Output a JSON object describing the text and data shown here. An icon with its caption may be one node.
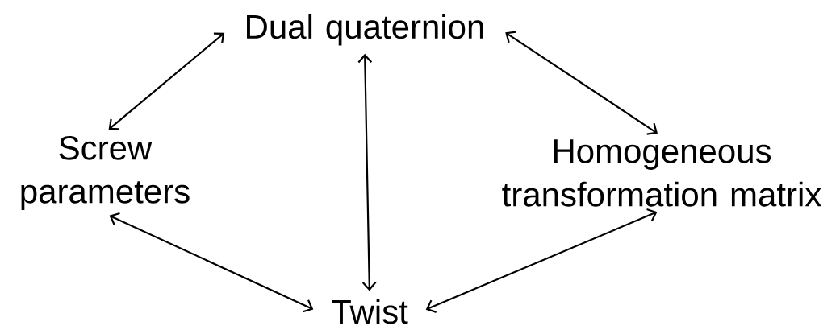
{
  "diagram": {
    "nodes": [
      {
        "text": [
          "Dual quaternion"
        ]
      },
      {
        "text": [
          "Screw parameters"
        ]
      },
      {
        "text": [
          "Homogeneous transformation matrix"
        ]
      },
      {
        "text": [
          "Twist"
        ]
      }
    ],
    "edges": [
      {
        "from": 0,
        "to": 1,
        "arrow": "both"
      },
      {
        "from": 0,
        "to": 2,
        "arrow": "both"
      },
      {
        "from": 0,
        "to": 3,
        "arrow": "both"
      },
      {
        "from": 1,
        "to": 3,
        "arrow": "both"
      },
      {
        "from": 2,
        "to": 3,
        "arrow": "both"
      }
    ]
  }
}
